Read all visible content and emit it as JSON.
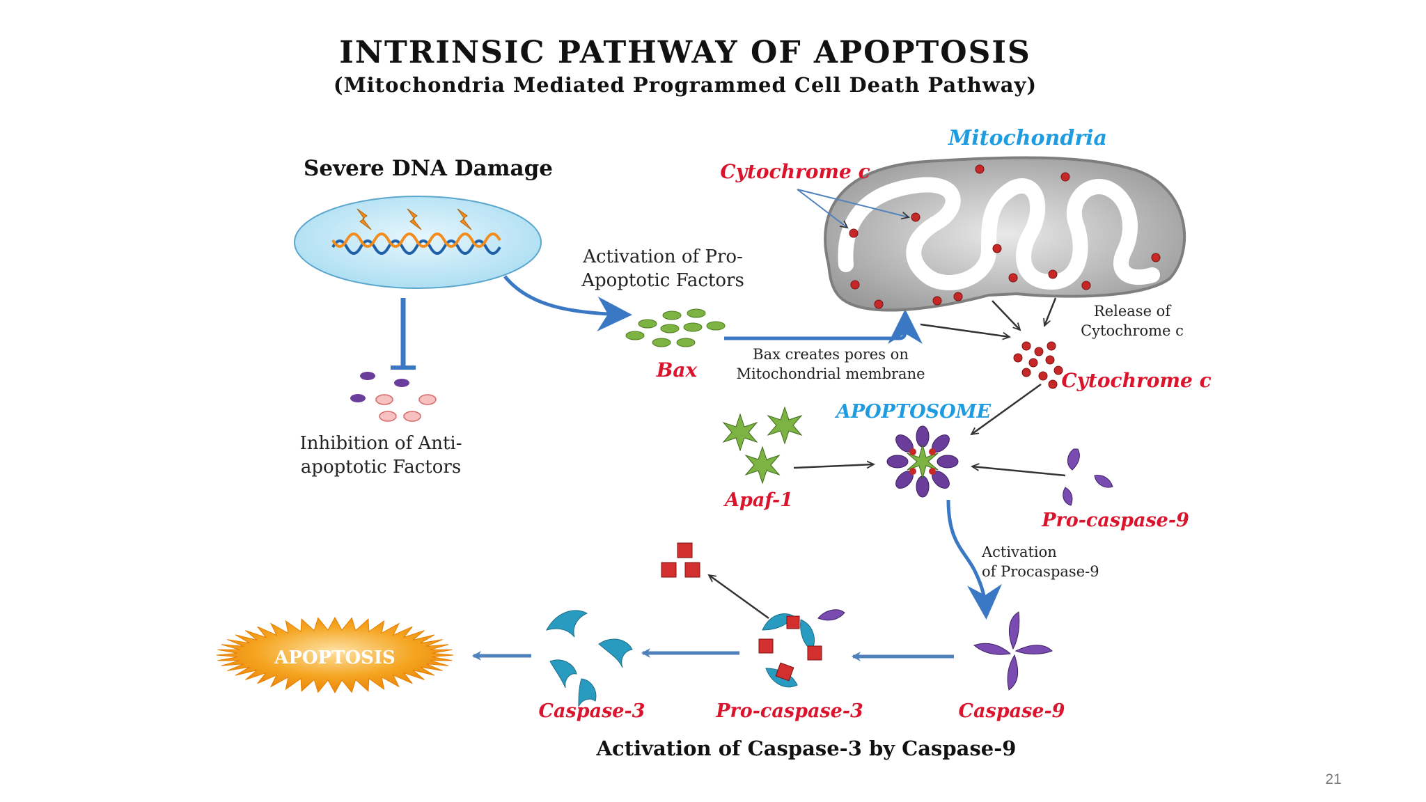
{
  "title": "INTRINSIC PATHWAY OF APOPTOSIS",
  "subtitle": "(Mitochondria Mediated Programmed Cell Death Pathway)",
  "nodes": {
    "dna_damage": "Severe DNA Damage",
    "activation_line1": "Activation of Pro-",
    "activation_line2": "Apoptotic Factors",
    "inhibition_line1": "Inhibition of Anti-",
    "inhibition_line2": "apoptotic Factors",
    "bax": "Bax",
    "bax_pores_line1": "Bax creates pores on",
    "bax_pores_line2": "Mitochondrial membrane",
    "mitochondria": "Mitochondria",
    "cytochrome_top": "Cytochrome c",
    "release_line1": "Release of",
    "release_line2": "Cytochrome c",
    "cytochrome_right": "Cytochrome c",
    "apoptosome": "APOPTOSOME",
    "apaf1": "Apaf-1",
    "procaspase9": "Pro-caspase-9",
    "activation_proc_line1": "Activation",
    "activation_proc_line2": "of Procaspase-9",
    "caspase9": "Caspase-9",
    "procaspase3": "Pro-caspase-3",
    "caspase3": "Caspase-3",
    "apoptosis": "APOPTOSIS",
    "bottom_caption": "Activation of Caspase-3 by Caspase-9"
  },
  "page_number": "21",
  "colors": {
    "red_label": "#d9142c",
    "blue_label": "#1f9be0",
    "arrow_blue": "#3b78c4",
    "bax_green": "#7cb342",
    "cytochrome_red": "#c62828",
    "apoptosis_orange": "#f39c12",
    "caspase_purple": "#6a3d9a",
    "caspase3_teal": "#2a9bc0"
  }
}
